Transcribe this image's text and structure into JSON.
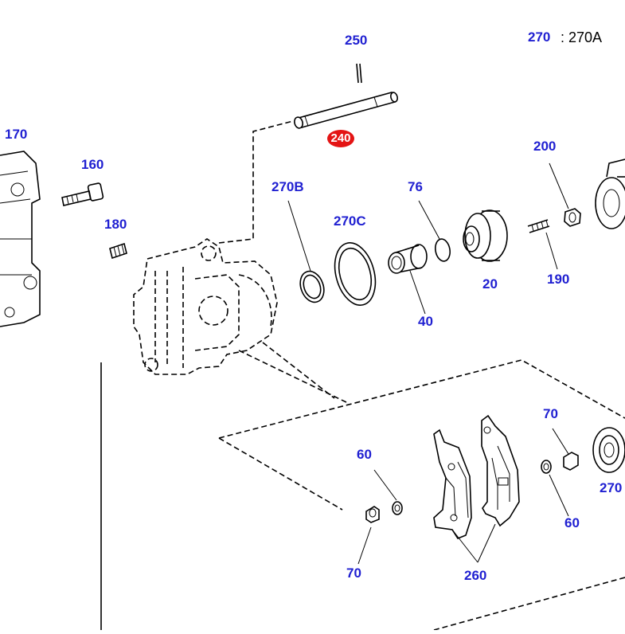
{
  "colors": {
    "callout": "#1f1fd1",
    "highlight": "#e41414",
    "line": "#000000"
  },
  "callouts": {
    "c250": "250",
    "c270": "270",
    "c270a": ": 270A",
    "c170": "170",
    "c160": "160",
    "c200": "200",
    "c270b": "270B",
    "c76": "76",
    "c270c": "270C",
    "c180": "180",
    "c190": "190",
    "c20": "20",
    "c40": "40",
    "c70a": "70",
    "c60a": "60",
    "c270d": "270",
    "c60b": "60",
    "c70b": "70",
    "c260": "260"
  },
  "highlighted_part": "240"
}
